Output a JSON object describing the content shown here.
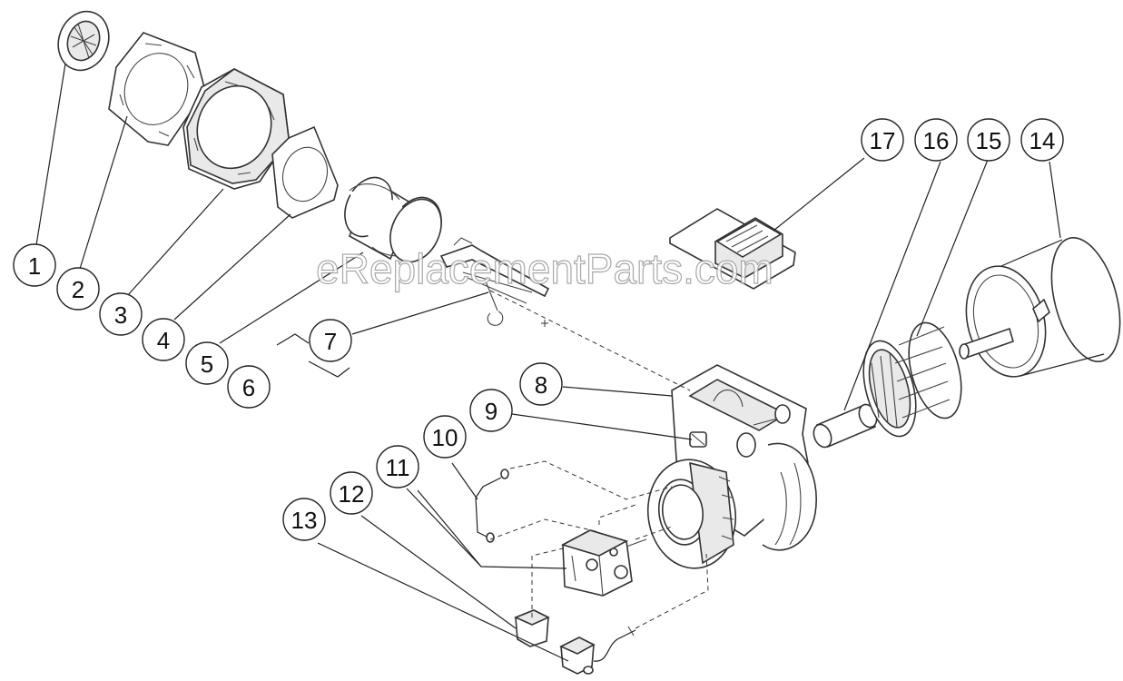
{
  "watermark": "eReplacementParts.com",
  "callouts": [
    {
      "id": "1",
      "label": "1"
    },
    {
      "id": "2",
      "label": "2"
    },
    {
      "id": "3",
      "label": "3"
    },
    {
      "id": "4",
      "label": "4"
    },
    {
      "id": "5",
      "label": "5"
    },
    {
      "id": "6",
      "label": "6"
    },
    {
      "id": "7",
      "label": "7"
    },
    {
      "id": "8",
      "label": "8"
    },
    {
      "id": "9",
      "label": "9"
    },
    {
      "id": "10",
      "label": "10"
    },
    {
      "id": "11",
      "label": "11"
    },
    {
      "id": "12",
      "label": "12"
    },
    {
      "id": "13",
      "label": "13"
    },
    {
      "id": "14",
      "label": "14"
    },
    {
      "id": "15",
      "label": "15"
    },
    {
      "id": "16",
      "label": "16"
    },
    {
      "id": "17",
      "label": "17"
    }
  ]
}
